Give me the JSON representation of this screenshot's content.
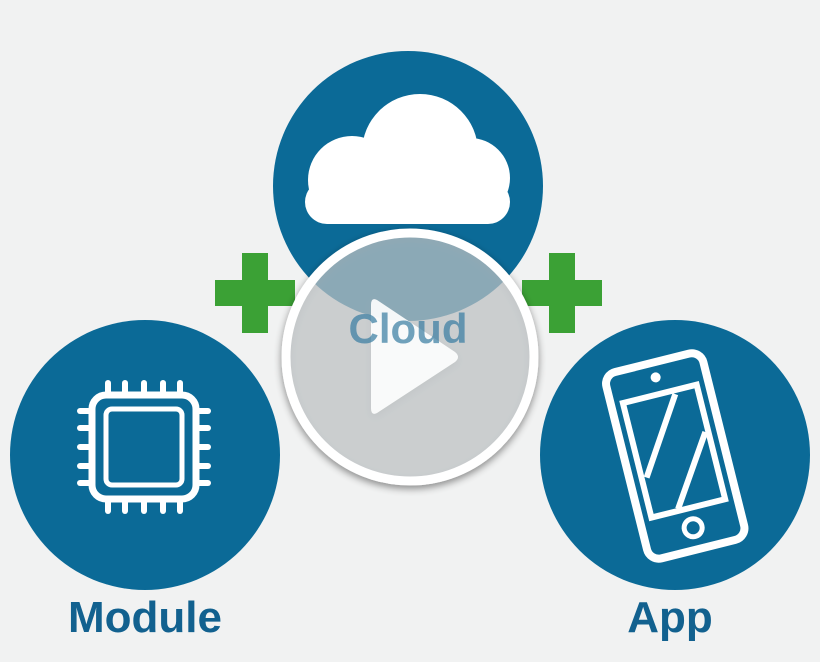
{
  "labels": {
    "cloud": "Cloud",
    "module": "Module",
    "app": "App"
  },
  "colors": {
    "background": "#f1f2f2",
    "circle": "#0b6a97",
    "label_text": "#12618f",
    "plus": "#3ba135",
    "icon": "#ffffff",
    "play_overlay": "#c9ced1"
  },
  "icons": [
    "cloud-icon",
    "chip-icon",
    "phone-icon",
    "plus-icon",
    "play-icon"
  ]
}
